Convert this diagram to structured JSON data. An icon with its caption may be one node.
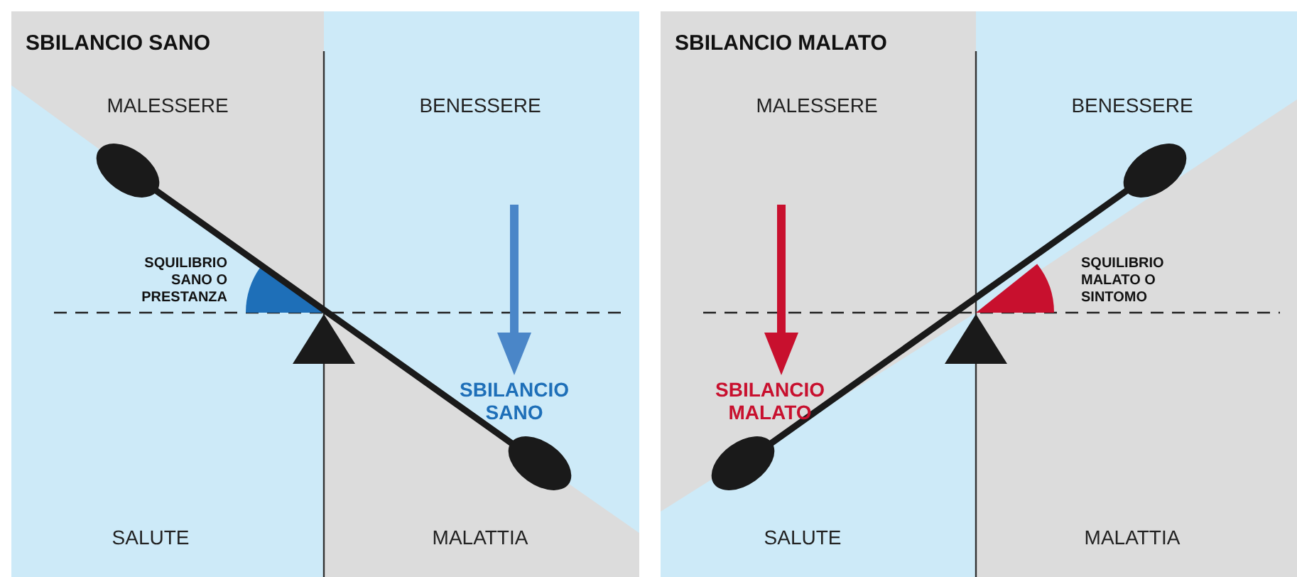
{
  "diagram": {
    "nodes": [
      {
        "text": [
          "SBILANCIO SANO"
        ]
      },
      {
        "text": [
          "SBILANCIO MALATO"
        ]
      }
    ],
    "labels": [
      "MALESSERE",
      "BENESSERE",
      "SQUILIBRIO SANO O PRESTANZA",
      "SBILANCIO SANO",
      "SALUTE",
      "MALATTIA",
      "MALESSERE",
      "BENESSERE",
      "SQUILIBRIO MALATO O SINTOMO",
      "SBILANCIO MALATO",
      "SALUTE",
      "MALATTIA"
    ]
  }
}
